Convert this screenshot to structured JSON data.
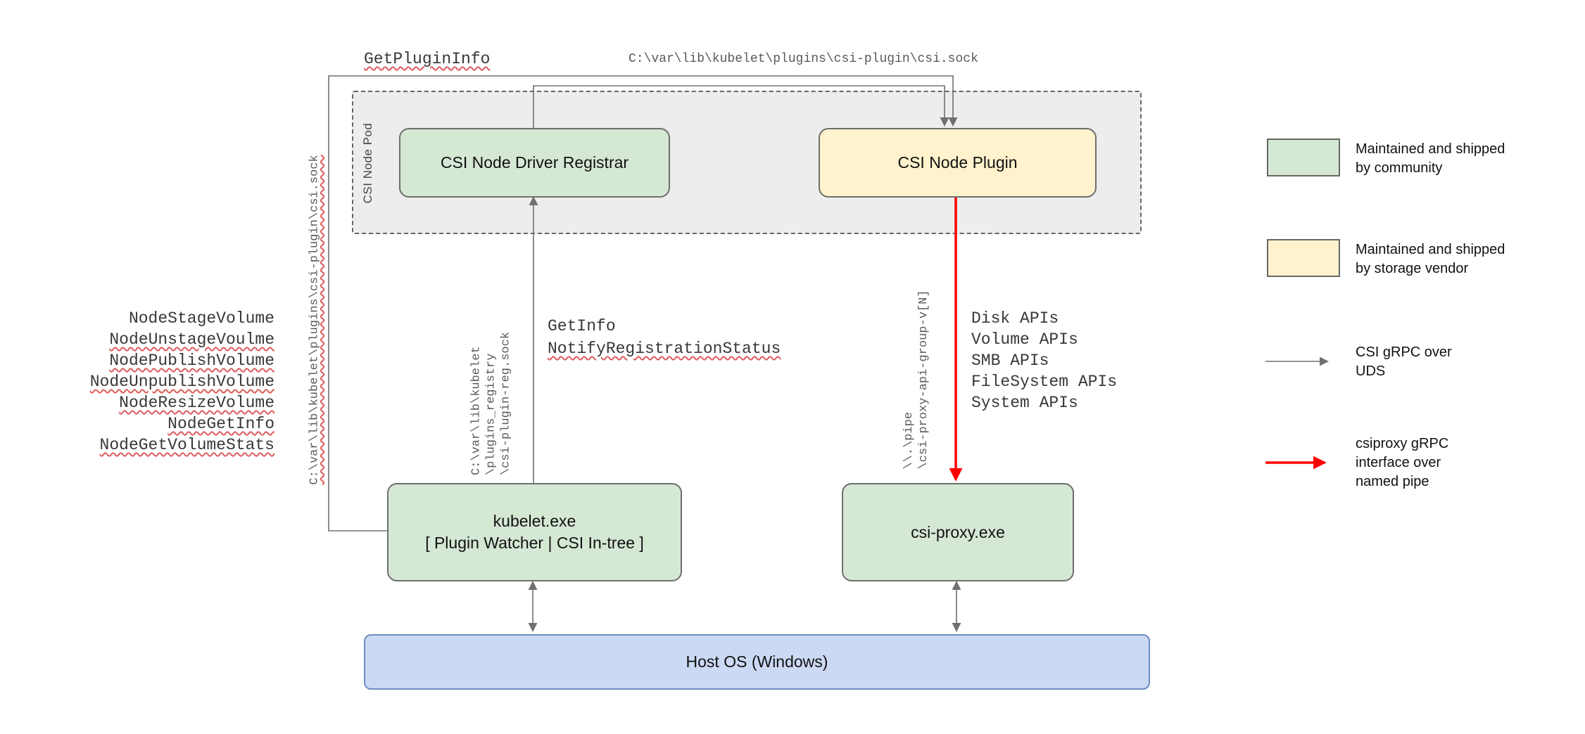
{
  "colors": {
    "community_fill": "#d5e8d4",
    "vendor_fill": "#fff2cc",
    "host_fill": "#ccd9f4",
    "pod_fill": "#ededed",
    "gray_line": "#707070",
    "red_line": "#ff0000",
    "squiggle": "#e05c5c"
  },
  "nodes": {
    "pod_label": "CSI Node Pod",
    "registrar": "CSI Node Driver Registrar",
    "plugin": "CSI Node Plugin",
    "kubelet_line1": "kubelet.exe",
    "kubelet_line2": "[ Plugin Watcher | CSI In-tree ]",
    "csi_proxy": "csi-proxy.exe",
    "host_os": "Host OS (Windows)"
  },
  "labels": {
    "get_plugin_info": "GetPluginInfo",
    "csi_sock_top": "C:\\var\\lib\\kubelet\\plugins\\csi-plugin\\csi.sock",
    "csi_sock_left": "C:\\var\\lib\\kubelet\\plugins\\csi-plugin\\csi.sock",
    "node_calls": [
      "NodeStageVolume",
      "NodeUnstageVoulme",
      "NodePublishVolume",
      "NodeUnpublishVolume",
      "NodeResizeVolume",
      "NodeGetInfo",
      "NodeGetVolumeStats"
    ],
    "get_info": "GetInfo",
    "notify_registration_status": "NotifyRegistrationStatus",
    "reg_sock_lines": [
      "C:\\var\\lib\\kubelet",
      "\\plugins_registry",
      "\\csi-plugin-reg.sock"
    ],
    "pipe_lines": [
      "\\\\.\\pipe",
      "\\csi-proxy-api-group-v[N]"
    ],
    "api_calls": [
      "Disk APIs",
      "Volume APIs",
      "SMB APIs",
      "FileSystem APIs",
      "System APIs"
    ]
  },
  "legend": {
    "community_line1": "Maintained and shipped",
    "community_line2": "by community",
    "vendor_line1": "Maintained and shipped",
    "vendor_line2": "by storage vendor",
    "uds_line1": "CSI gRPC over",
    "uds_line2": "UDS",
    "pipe_line1": "csiproxy gRPC",
    "pipe_line2": "interface over",
    "pipe_line3": "named pipe"
  }
}
